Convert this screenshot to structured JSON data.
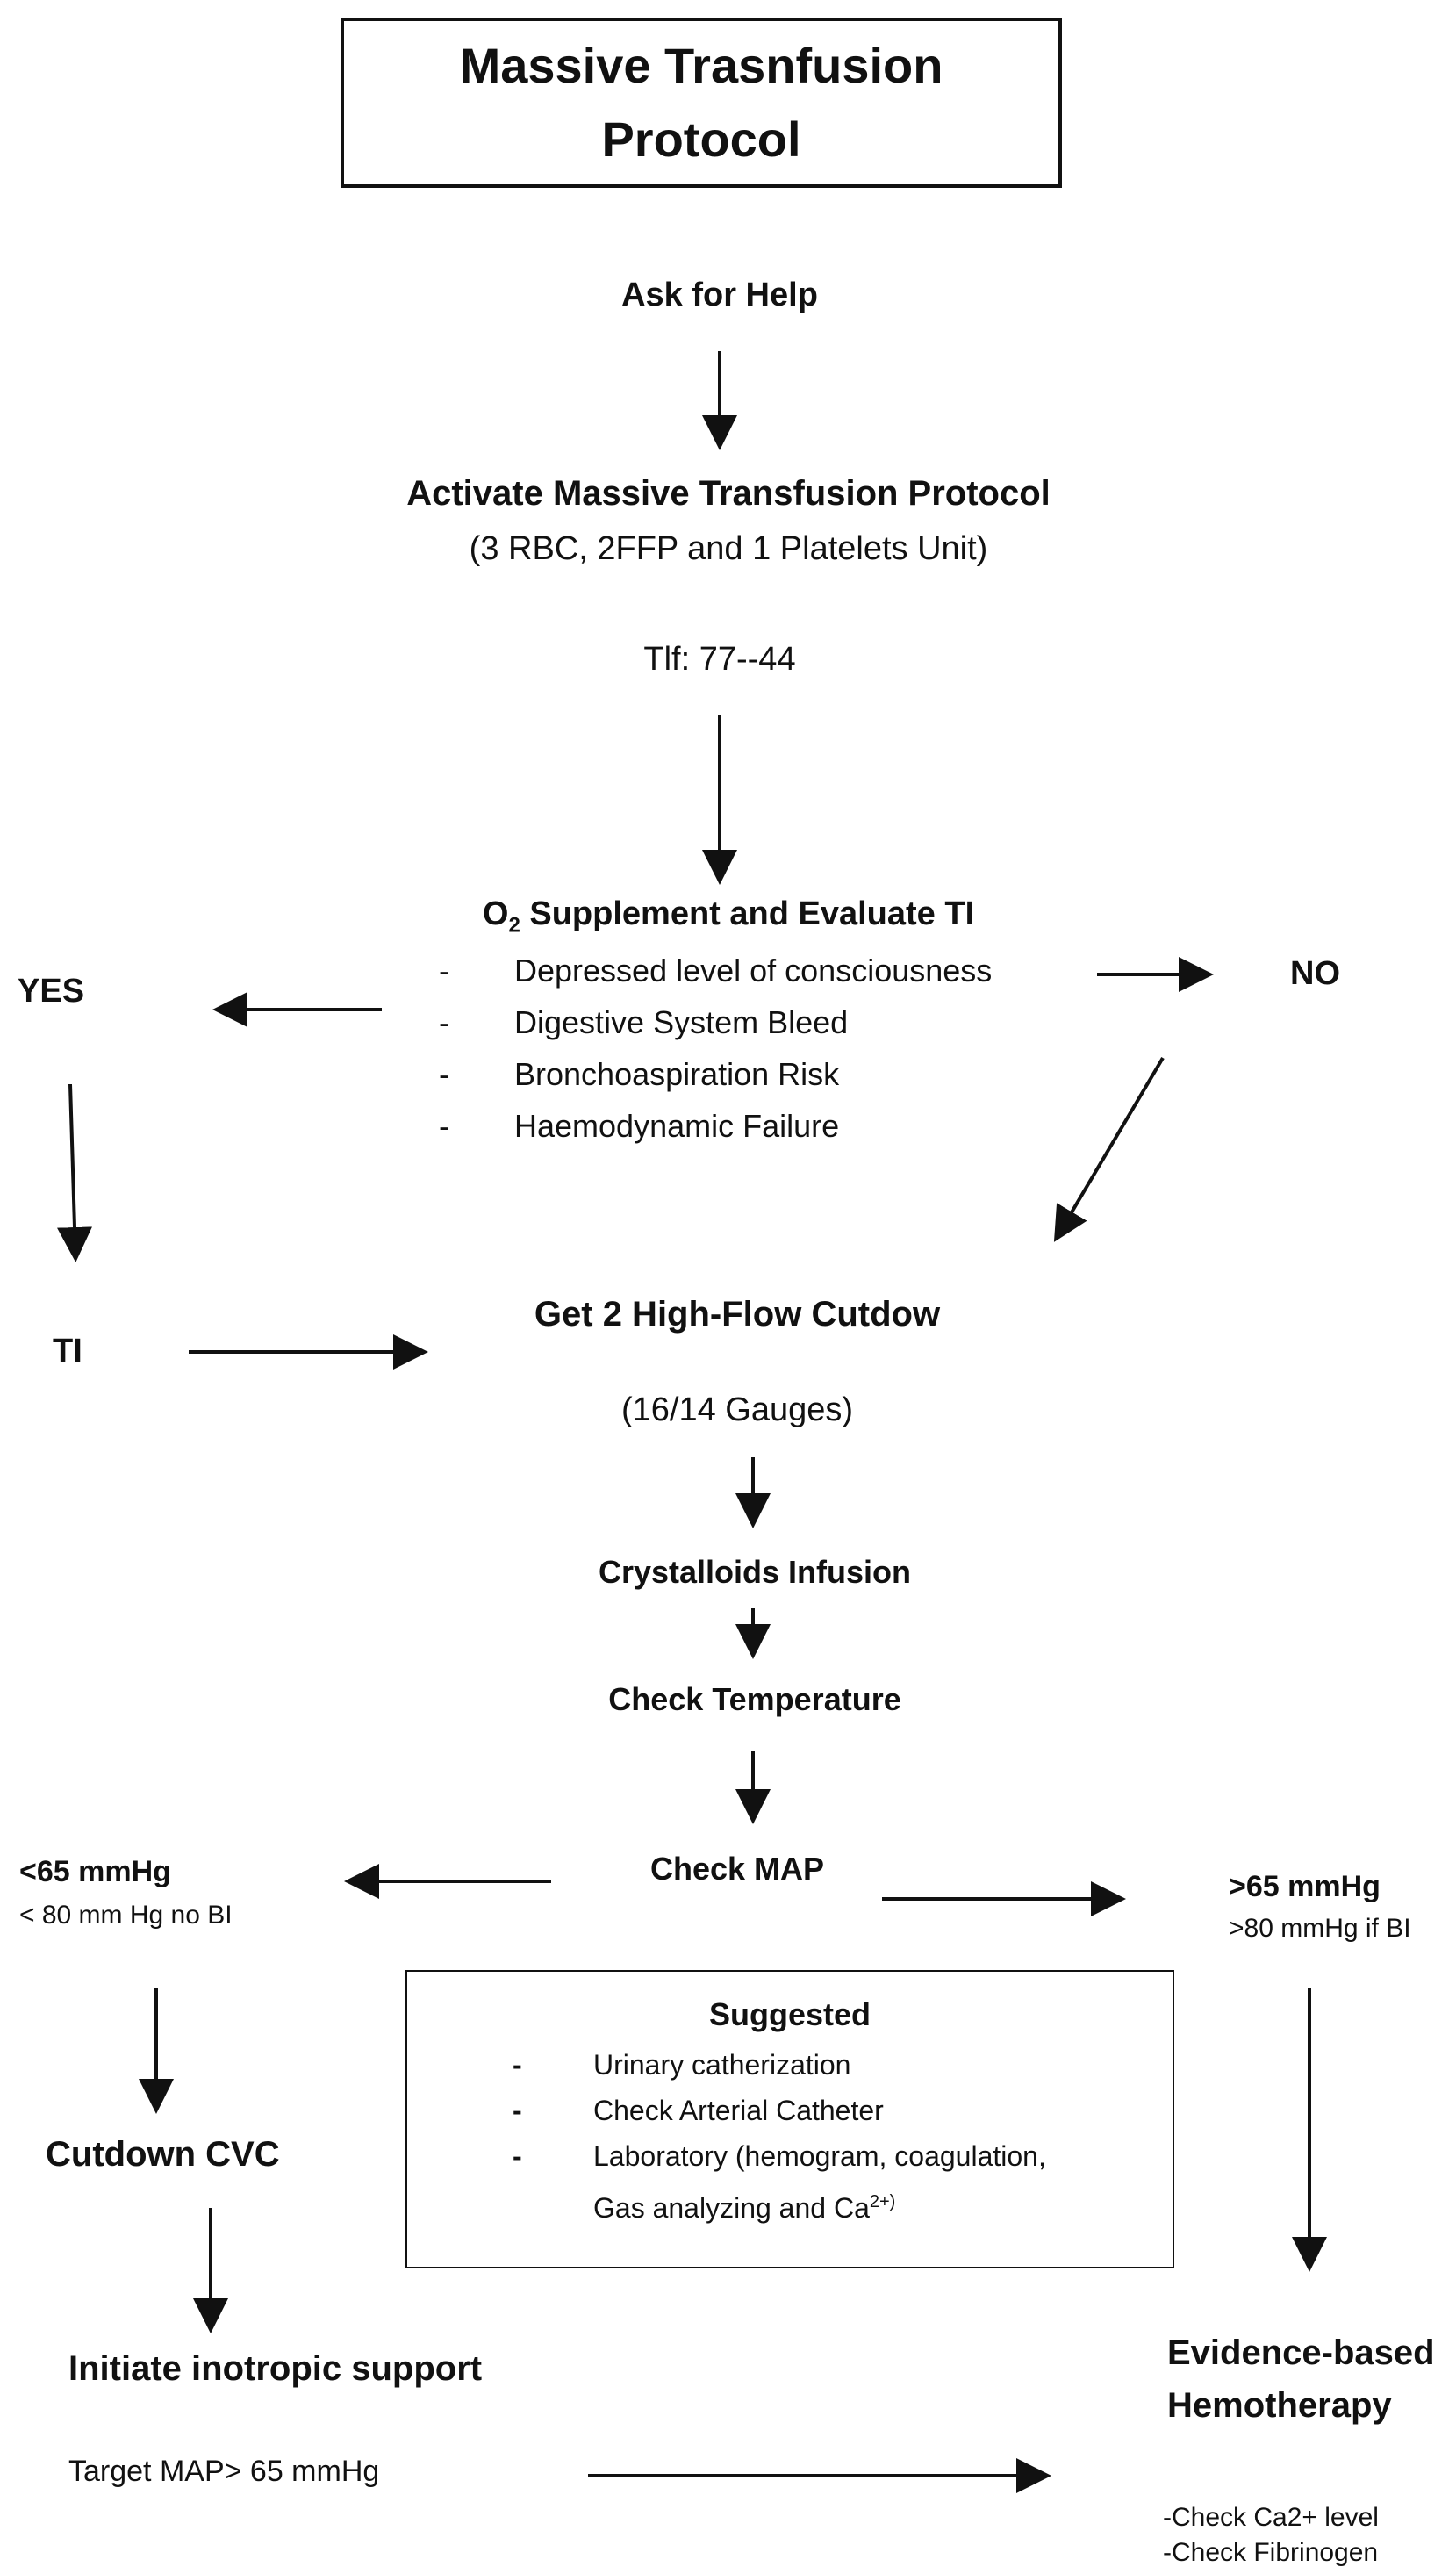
{
  "title": {
    "line1": "Massive Trasnfusion",
    "line2": "Protocol"
  },
  "ask_help": "Ask for Help",
  "activate": {
    "title": "Activate Massive Transfusion Protocol",
    "subtitle": "(3 RBC, 2FFP and 1 Platelets Unit)",
    "phone": "Tlf: 77--44"
  },
  "o2": {
    "title_o": "O",
    "title_sub": "2",
    "title_rest": " Supplement and Evaluate TI",
    "items": [
      "Depressed level of consciousness",
      "Digestive System Bleed",
      "Bronchoaspiration Risk",
      "Haemodynamic Failure"
    ],
    "dash": "-"
  },
  "yes_label": "YES",
  "no_label": "NO",
  "ti_label": "TI",
  "cutdown": {
    "title": "Get 2 High-Flow Cutdow",
    "gauges": "(16/14 Gauges)"
  },
  "crystalloids": "Crystalloids Infusion",
  "temperature": "Check Temperature",
  "map": "Check MAP",
  "low": {
    "title": "<65 mmHg",
    "note": "< 80 mm Hg no BI"
  },
  "high": {
    "title": ">65 mmHg",
    "note": ">80 mmHg if BI"
  },
  "suggested": {
    "title": "Suggested",
    "items": [
      "Urinary catherization",
      "Check Arterial Catheter",
      "Laboratory (hemogram, coagulation,"
    ],
    "lab_line2": "Gas analyzing and Ca",
    "lab_sup": "2+)",
    "dash": "-"
  },
  "cvc": "Cutdown CVC",
  "inotropic": {
    "title": "Initiate inotropic support",
    "target": "Target MAP> 65 mmHg"
  },
  "hemotherapy": {
    "line1": "Evidence-based",
    "line2": "Hemotherapy",
    "checks": [
      "-Check Ca2+ level",
      "-Check Fibrinogen"
    ]
  }
}
